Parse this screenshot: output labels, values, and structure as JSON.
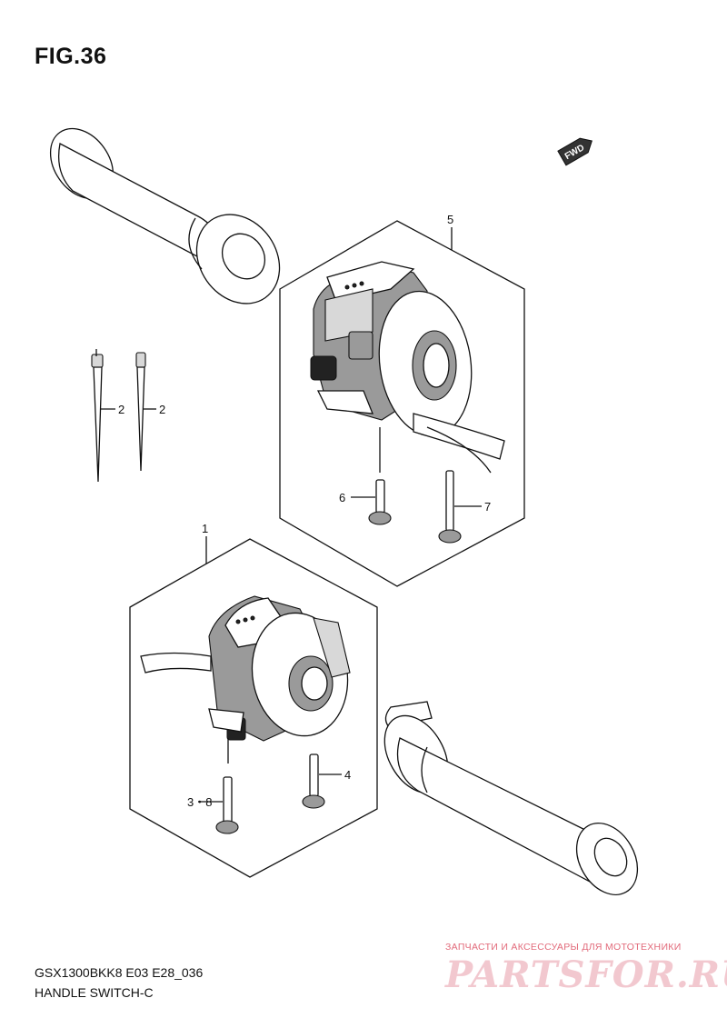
{
  "figure": {
    "title": "FIG.36"
  },
  "footer": {
    "model_code": "GSX1300BKK8 E03 E28_036",
    "subtitle": "HANDLE SWITCH-C"
  },
  "direction_badge": {
    "label": "FWD"
  },
  "callouts": [
    {
      "id": "1",
      "label": "1"
    },
    {
      "id": "2a",
      "label": "2"
    },
    {
      "id": "2b",
      "label": "2"
    },
    {
      "id": "3",
      "label": "3・8"
    },
    {
      "id": "4",
      "label": "4"
    },
    {
      "id": "5",
      "label": "5"
    },
    {
      "id": "6",
      "label": "6"
    },
    {
      "id": "7",
      "label": "7"
    }
  ],
  "watermark": {
    "tagline": "ЗАПЧАСТИ И АКСЕССУАРЫ ДЛЯ МОТОТЕХНИКИ",
    "brand": "PARTSFOR.RU"
  },
  "colors": {
    "line": "#111111",
    "watermark": "#e26a7a",
    "watermark_brand": "#f2c8cf"
  }
}
